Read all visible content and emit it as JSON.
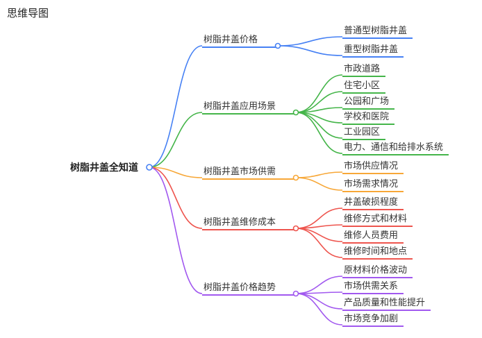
{
  "page": {
    "title": "思维导图"
  },
  "mindmap": {
    "root": {
      "label": "树脂井盖全知道",
      "color": "#4580f4"
    },
    "branches": [
      {
        "label": "树脂井盖价格",
        "color": "#4580f4",
        "children": [
          {
            "label": "普通型树脂井盖"
          },
          {
            "label": "重型树脂井盖"
          }
        ]
      },
      {
        "label": "树脂井盖应用场景",
        "color": "#44b549",
        "children": [
          {
            "label": "市政道路"
          },
          {
            "label": "住宅小区"
          },
          {
            "label": "公园和广场"
          },
          {
            "label": "学校和医院"
          },
          {
            "label": "工业园区"
          },
          {
            "label": "电力、通信和给排水系统"
          }
        ]
      },
      {
        "label": "树脂井盖市场供需",
        "color": "#f7a737",
        "children": [
          {
            "label": "市场供应情况"
          },
          {
            "label": "市场需求情况"
          }
        ]
      },
      {
        "label": "树脂井盖维修成本",
        "color": "#ee544d",
        "children": [
          {
            "label": "井盖破损程度"
          },
          {
            "label": "维修方式和材料"
          },
          {
            "label": "维修人员费用"
          },
          {
            "label": "维修时间和地点"
          }
        ]
      },
      {
        "label": "树脂井盖价格趋势",
        "color": "#a158ef",
        "children": [
          {
            "label": "原材料价格波动"
          },
          {
            "label": "市场供需关系"
          },
          {
            "label": "产品质量和性能提升"
          },
          {
            "label": "市场竞争加剧"
          }
        ]
      }
    ]
  }
}
